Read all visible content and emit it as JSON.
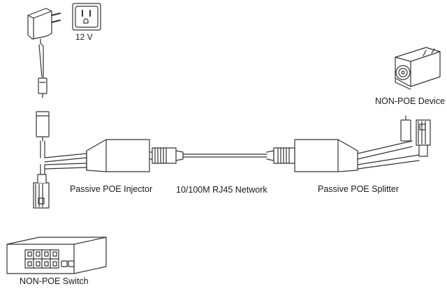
{
  "labels": {
    "voltage": "12 V",
    "injector": "Passive POE Injector",
    "network": "10/100M RJ45 Network",
    "splitter": "Passive POE Splitter",
    "device": "NON-POE Device",
    "switch": "NON-POE Switch"
  },
  "icons": {
    "adapter": "power-adapter-icon",
    "outlet": "wall-outlet-icon",
    "camera": "camera-icon",
    "switch": "network-switch-icon"
  },
  "colors": {
    "line": "#333333",
    "background": "#ffffff"
  }
}
